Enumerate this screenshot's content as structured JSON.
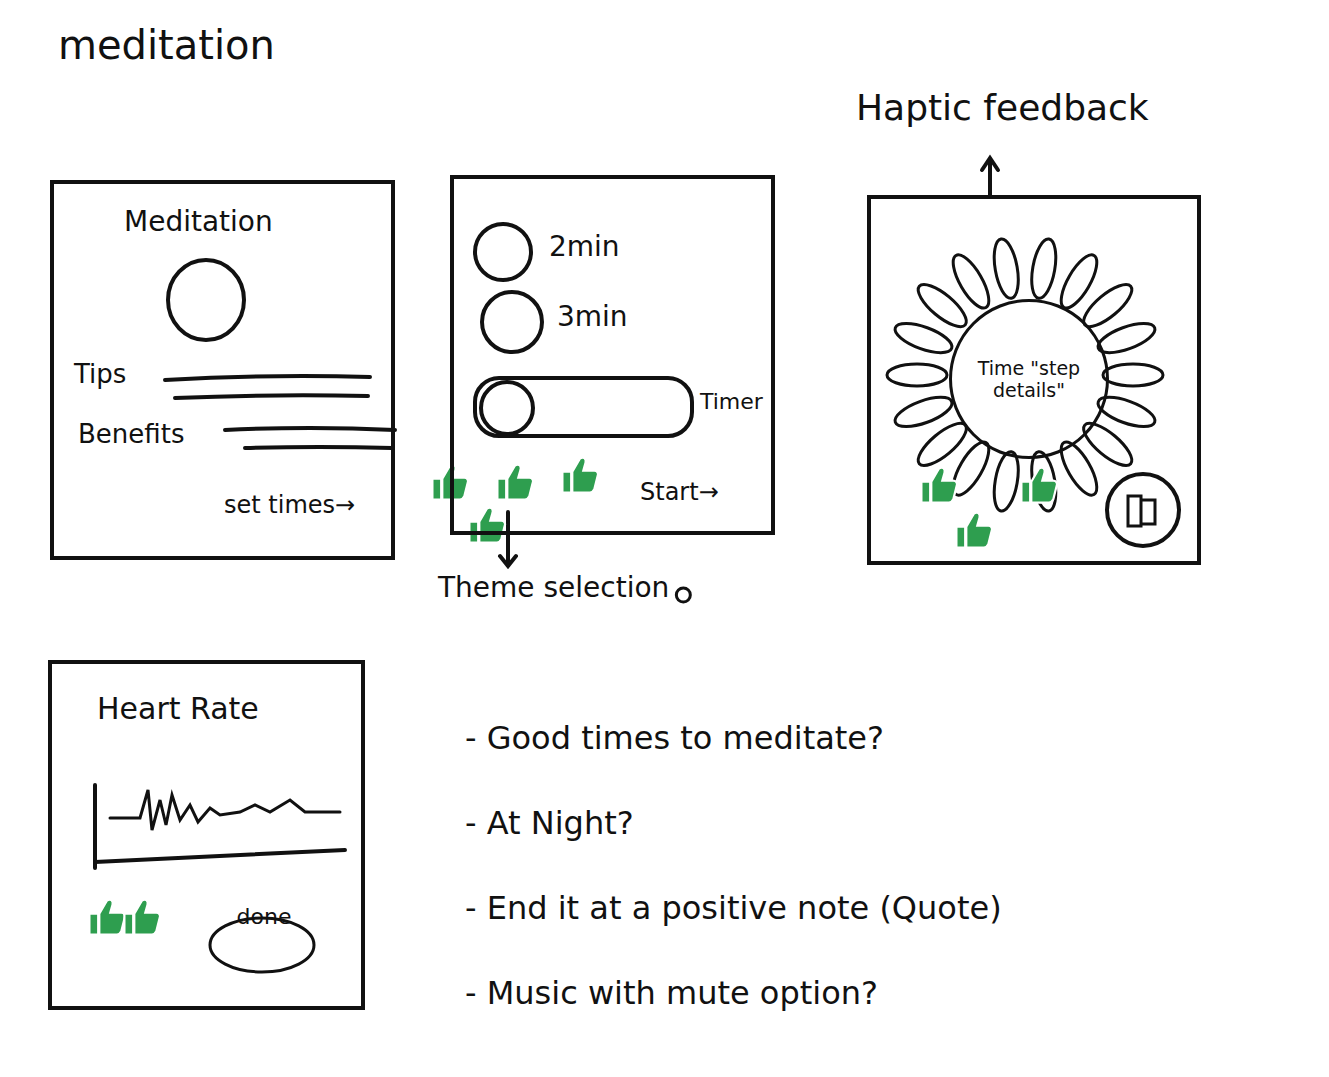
{
  "diagram": {
    "title": "meditation",
    "nodes": [
      {
        "text": [
          "Meditation",
          "Tips",
          "Benefits",
          "set times→"
        ]
      },
      {
        "text": [
          "2min",
          "3min",
          "Timer",
          "Start→"
        ]
      },
      {
        "text": [
          "Haptic feedback"
        ]
      },
      {
        "text": [
          "Time \"step details\""
        ],
        "in": 2
      },
      {
        "text": [
          "Heart Rate"
        ]
      },
      {
        "text": [
          "done"
        ],
        "in": 4
      }
    ],
    "labels": [
      "Theme selection",
      "- Good times to meditate?",
      "- At Night?",
      "- End it at a positive note (Quote)",
      "- Music with mute option?"
    ]
  }
}
